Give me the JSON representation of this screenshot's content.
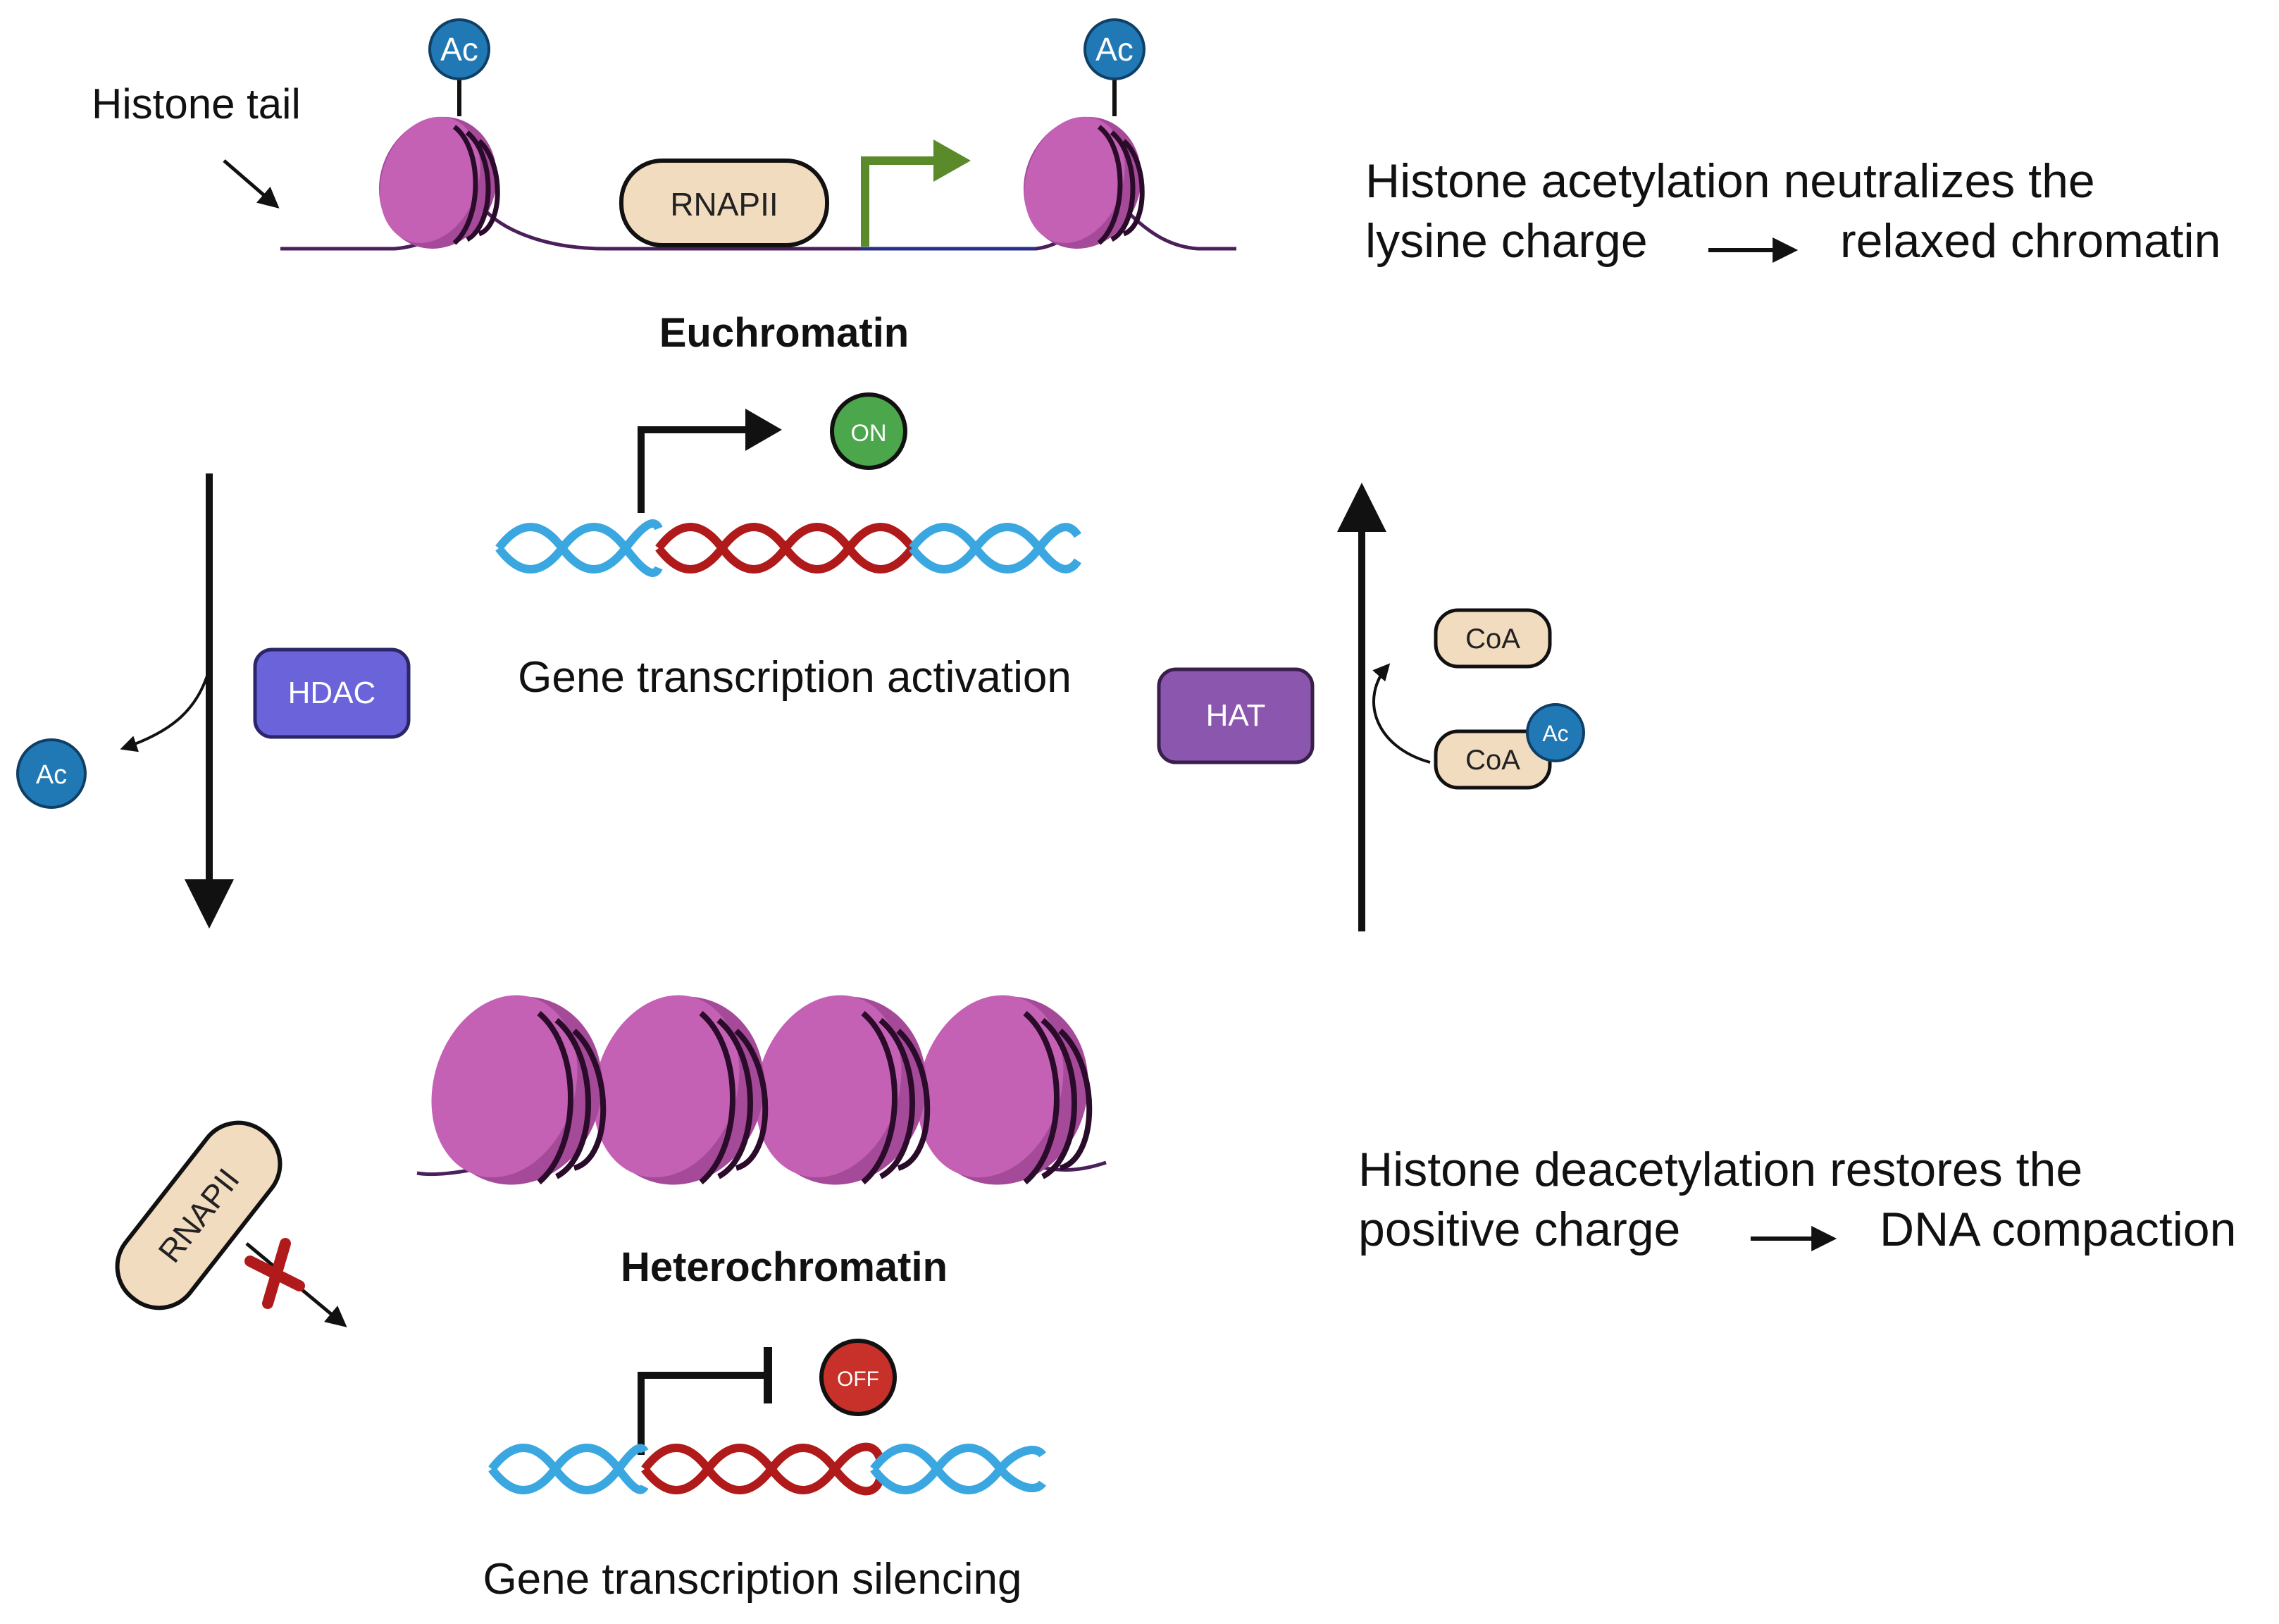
{
  "labels": {
    "histone_tail": "Histone tail",
    "ac": "Ac",
    "rnapii": "RNAPII",
    "euchromatin": "Euchromatin",
    "heterochromatin": "Heterochromatin",
    "on": "ON",
    "off": "OFF",
    "activation": "Gene transcription activation",
    "silencing": "Gene transcription silencing",
    "hdac": "HDAC",
    "hat": "HAT",
    "coa": "CoA"
  },
  "notes": {
    "acetylation_line1": "Histone acetylation neutralizes the",
    "acetylation_left": "lysine charge",
    "acetylation_right": "relaxed chromatin",
    "deacetylation_line1": "Histone deacetylation restores the",
    "deacetylation_left": "positive charge",
    "deacetylation_right": "DNA compaction"
  },
  "colors": {
    "nucleosome": "#c461b5",
    "nucleosome_dark": "#9a3f8f",
    "acetyl": "#2078b4",
    "rnapii_fill": "#f2dcc0",
    "promoter_green": "#5a8a2a",
    "on_badge": "#4ca64c",
    "off_badge": "#c8312a",
    "hdac": "#6a63d9",
    "hat": "#8b56ad",
    "dna_blue": "#3aa7e0",
    "dna_red": "#b01a1a",
    "linker": "#4a1f5a"
  }
}
